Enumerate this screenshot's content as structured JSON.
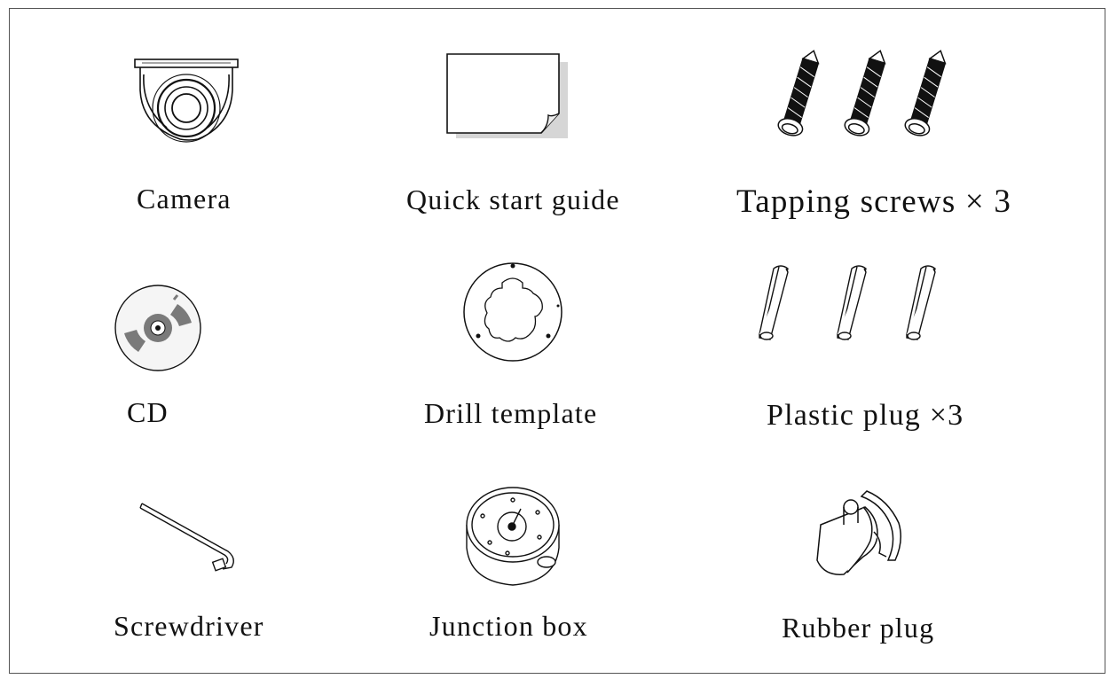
{
  "items": [
    {
      "label": "Camera",
      "icon": "camera-icon"
    },
    {
      "label": "Quick start guide",
      "icon": "document-icon"
    },
    {
      "label": "Tapping screws × 3",
      "icon": "screw-icon"
    },
    {
      "label": "CD",
      "icon": "cd-icon"
    },
    {
      "label": "Drill template",
      "icon": "drill-template-icon"
    },
    {
      "label": "Plastic plug ×3",
      "icon": "plastic-plug-icon"
    },
    {
      "label": "Screwdriver",
      "icon": "screwdriver-icon"
    },
    {
      "label": "Junction box",
      "icon": "junction-box-icon"
    },
    {
      "label": "Rubber plug",
      "icon": "rubber-plug-icon"
    }
  ],
  "colors": {
    "line": "#111111",
    "frame": "#555555",
    "cd_fill": "#7a7a7a"
  }
}
